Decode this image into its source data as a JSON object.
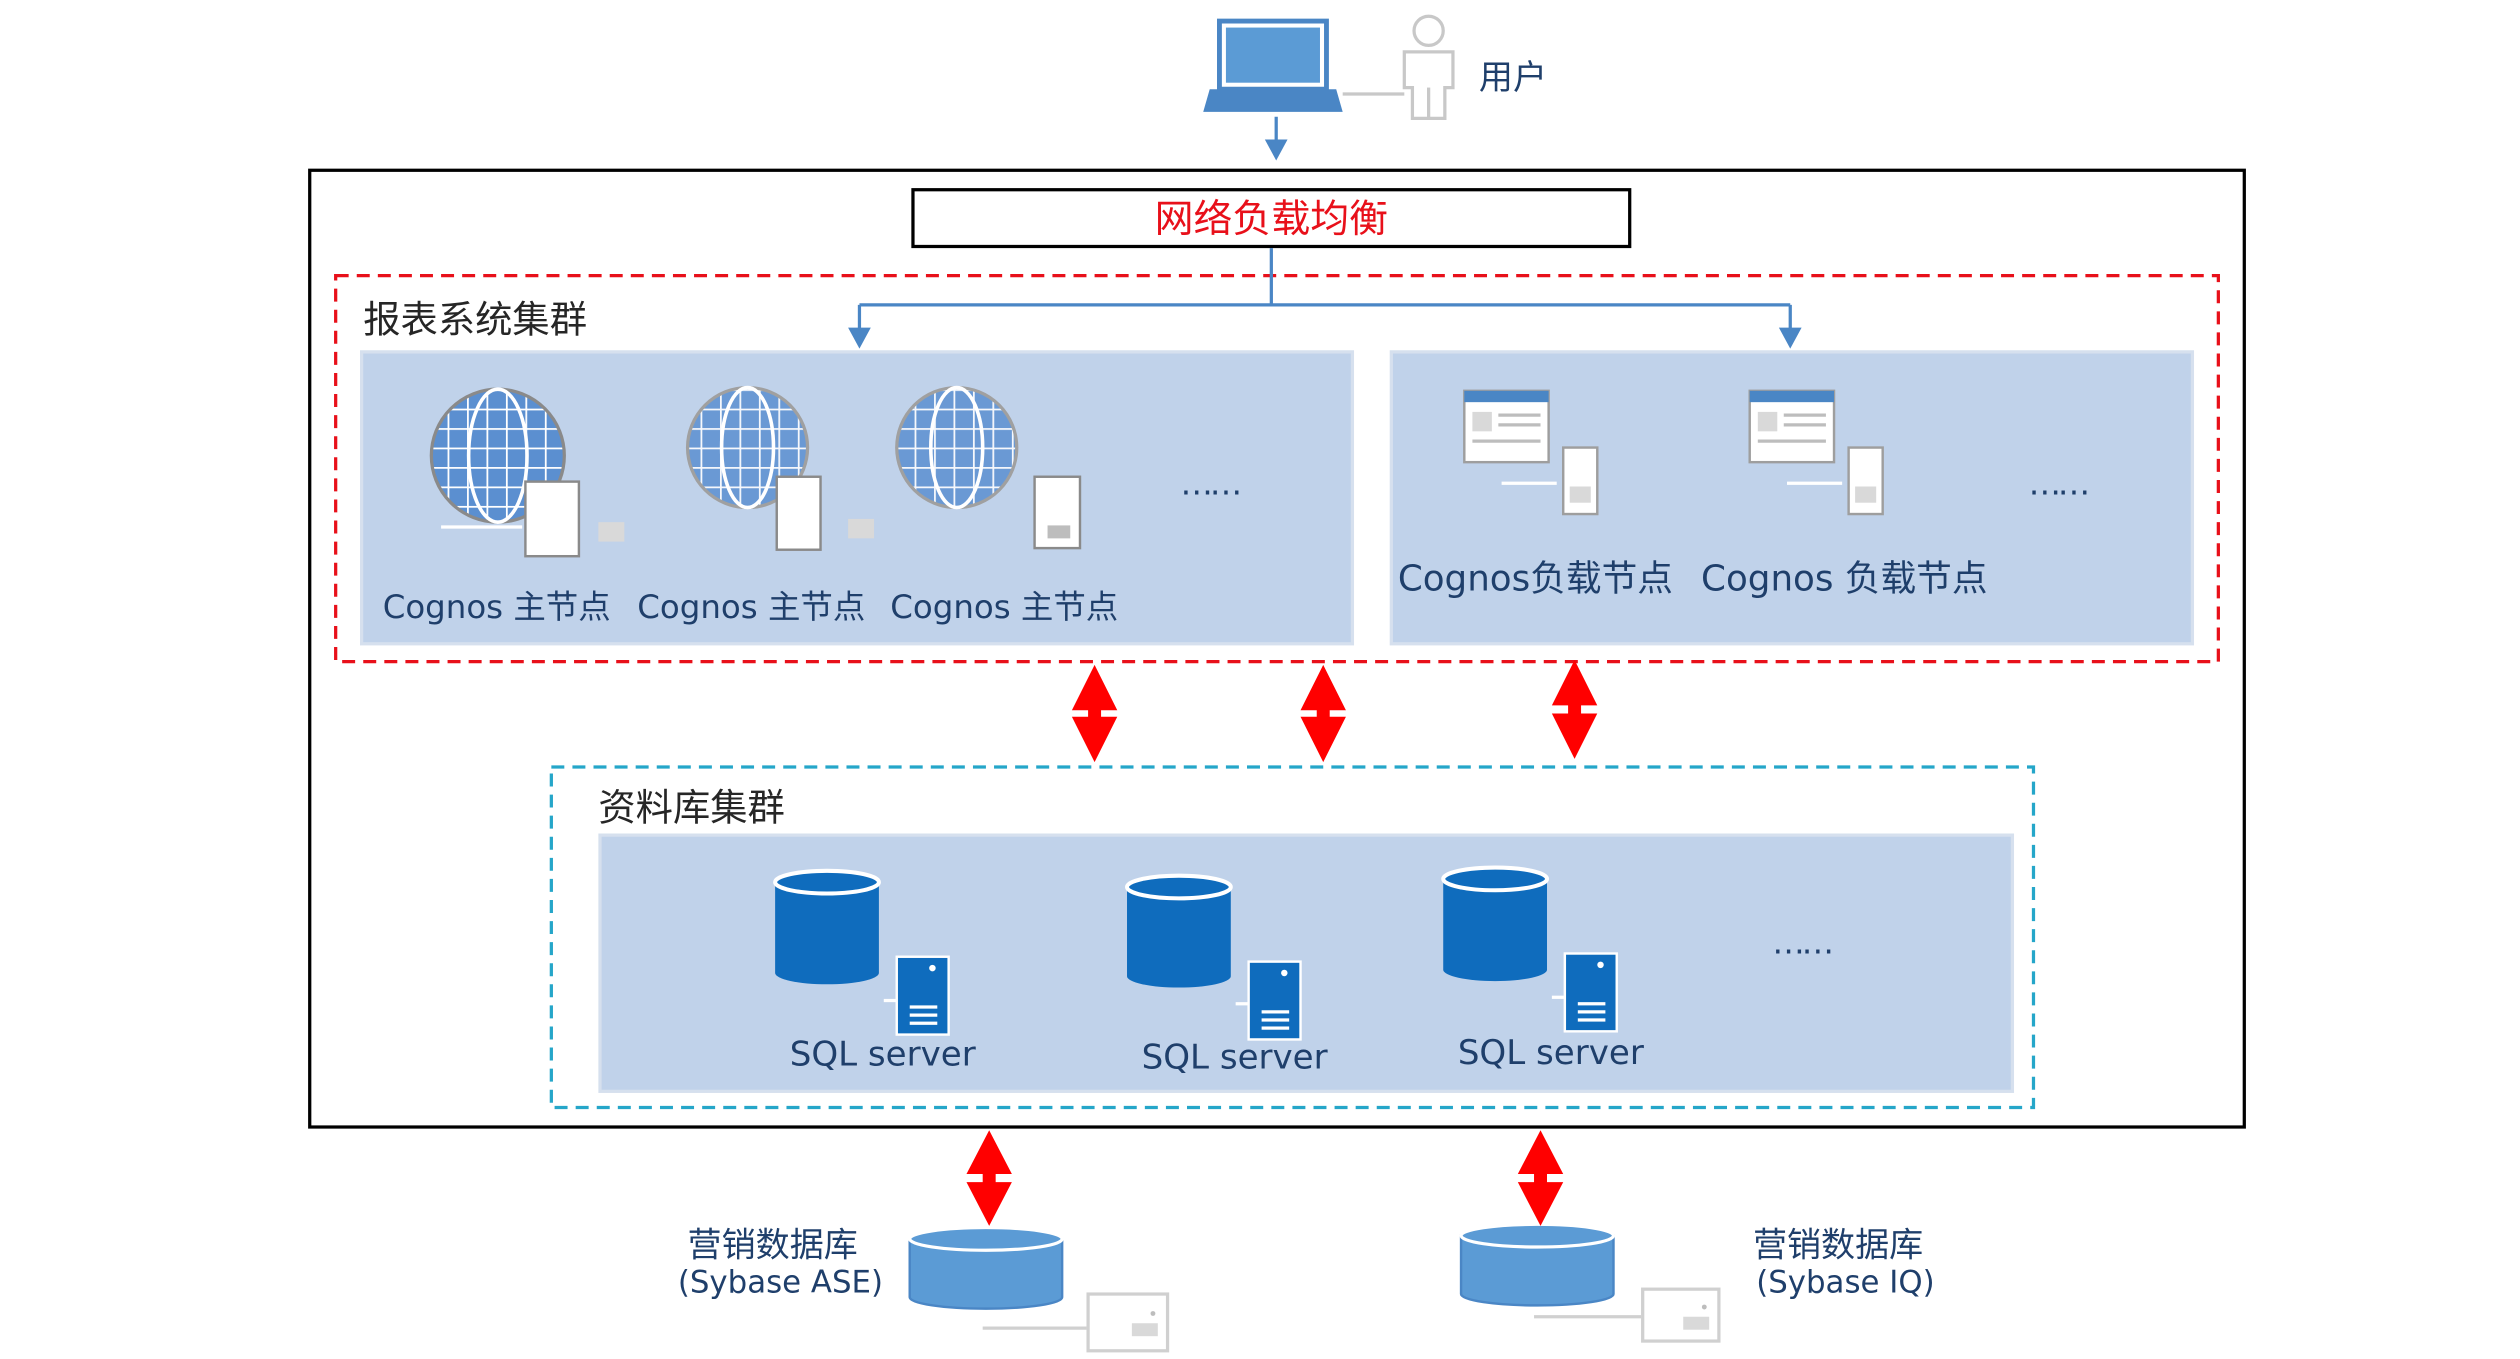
{
  "user": {
    "label": "用户",
    "icon": "laptop-icon",
    "person_icon": "user-icon"
  },
  "load_balancer": {
    "label": "网络负载均衡",
    "color": "#e8101a"
  },
  "report_cluster": {
    "label": "报表系统集群",
    "border_color": "#e8101a",
    "master_nodes": [
      {
        "label": "Cognos 主节点",
        "icon": "globe-server-icon"
      },
      {
        "label": "Cognos 主节点",
        "icon": "globe-server-icon"
      },
      {
        "label": "Cognos 主节点",
        "icon": "globe-server-icon"
      }
    ],
    "master_more": "……",
    "load_nodes": [
      {
        "label": "Cognos负载节点",
        "icon": "app-window-server-icon"
      },
      {
        "label": "Cognos 负载节点",
        "icon": "app-window-server-icon"
      }
    ],
    "load_more": "……"
  },
  "db_cluster": {
    "label": "资料库集群",
    "border_color": "#25a6c9",
    "nodes": [
      {
        "label": "SQL server",
        "icon": "database-server-icon"
      },
      {
        "label": "SQL server",
        "icon": "database-server-icon"
      },
      {
        "label": "SQL server",
        "icon": "database-server-icon"
      }
    ],
    "more": "……"
  },
  "external_dbs": [
    {
      "label": "营销数据库",
      "sublabel": "(Sybase ASE)",
      "icon": "database-icon"
    },
    {
      "label": "营销数据库",
      "sublabel": "(Sybase IQ)",
      "icon": "database-icon"
    }
  ],
  "colors": {
    "panel_fill": "#c0d2ea",
    "connector_blue": "#4a86c5",
    "db_blue": "#0f6cbd",
    "arrow_red": "#ff0000",
    "text_navy": "#1f3f6b"
  }
}
